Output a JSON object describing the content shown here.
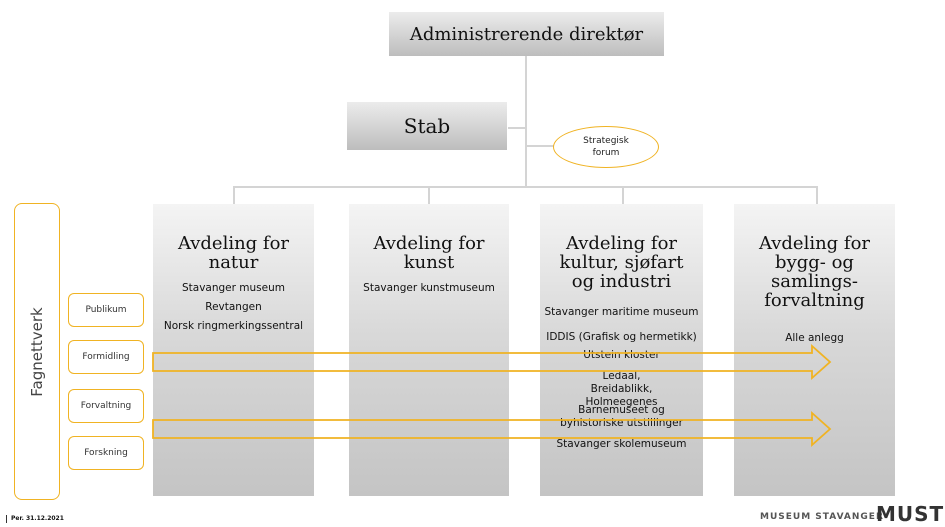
{
  "top": {
    "director": "Administrerende direktør",
    "stab": "Stab",
    "forum": "Strategisk forum"
  },
  "side_label": "Fagnettverk",
  "network": [
    "Publikum",
    "Formidling",
    "Forvaltning",
    "Forskning"
  ],
  "departments": [
    {
      "title": "Avdeling for natur",
      "units": [
        "Stavanger museum",
        "Revtangen",
        "Norsk ringmerkingssentral"
      ]
    },
    {
      "title": "Avdeling for kunst",
      "units": [
        "Stavanger kunstmuseum"
      ]
    },
    {
      "title": "Avdeling for kultur, sjøfart og industri",
      "units": [
        "Stavanger maritime museum",
        "IDDIS (Grafisk og hermetikk)",
        "Utstein kloster",
        "Ledaal, Breidablikk, Holmeegenes",
        "Barnemuseet og byhistoriske utstillinger",
        "Stavanger skolemuseum"
      ]
    },
    {
      "title": "Avdeling for bygg- og samlings-forvaltning",
      "units": [
        "Alle anlegg"
      ]
    }
  ],
  "footer": {
    "date": "Per. 31.12.2021",
    "org": "MUSEUM STAVANGER",
    "logo": "MUST"
  },
  "colors": {
    "accent": "#f0b323",
    "box_gray": "#cfcfcf",
    "line": "#d4d4d4"
  }
}
